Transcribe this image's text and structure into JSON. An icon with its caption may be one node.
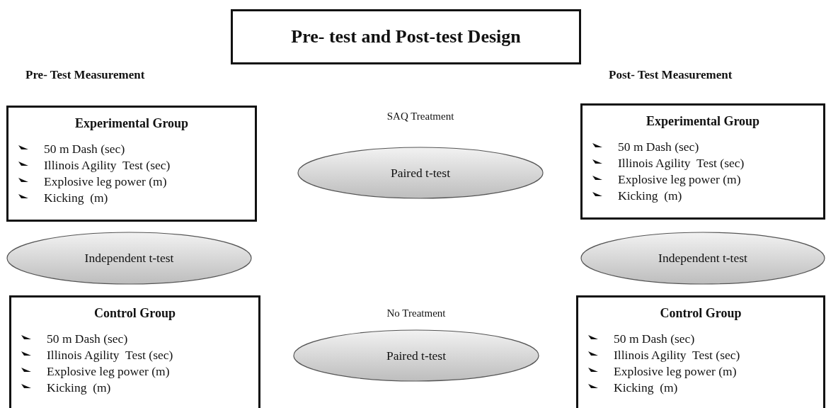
{
  "diagram": {
    "nodes": [
      {
        "text": [
          "Pre- test and Post-test Design"
        ]
      },
      {
        "text": [
          "Experimental Group",
          "50 m Dash (sec)",
          "Illinois Agility  Test (sec)",
          "Explosive leg power (m)",
          "Kicking  (m)"
        ]
      },
      {
        "text": [
          "Paired t-test"
        ],
        "beside": [
          "SAQ Treatment"
        ]
      },
      {
        "text": [
          "Experimental Group",
          "50 m Dash (sec)",
          "Illinois Agility  Test (sec)",
          "Explosive leg power (m)",
          "Kicking  (m)"
        ]
      },
      {
        "text": [
          "Independent t-test"
        ]
      },
      {
        "text": [
          "Independent t-test"
        ]
      },
      {
        "text": [
          "Control Group",
          "50 m Dash (sec)",
          "Illinois Agility  Test (sec)",
          "Explosive leg power (m)",
          "Kicking  (m)"
        ]
      },
      {
        "text": [
          "Paired t-test"
        ],
        "beside": [
          "No Treatment"
        ]
      },
      {
        "text": [
          "Control Group",
          "50 m Dash (sec)",
          "Illinois Agility  Test (sec)",
          "Explosive leg power (m)",
          "Kicking  (m)"
        ]
      }
    ],
    "edges": [],
    "labels": [
      "Pre- Test Measurement",
      "Post- Test Measurement"
    ]
  }
}
